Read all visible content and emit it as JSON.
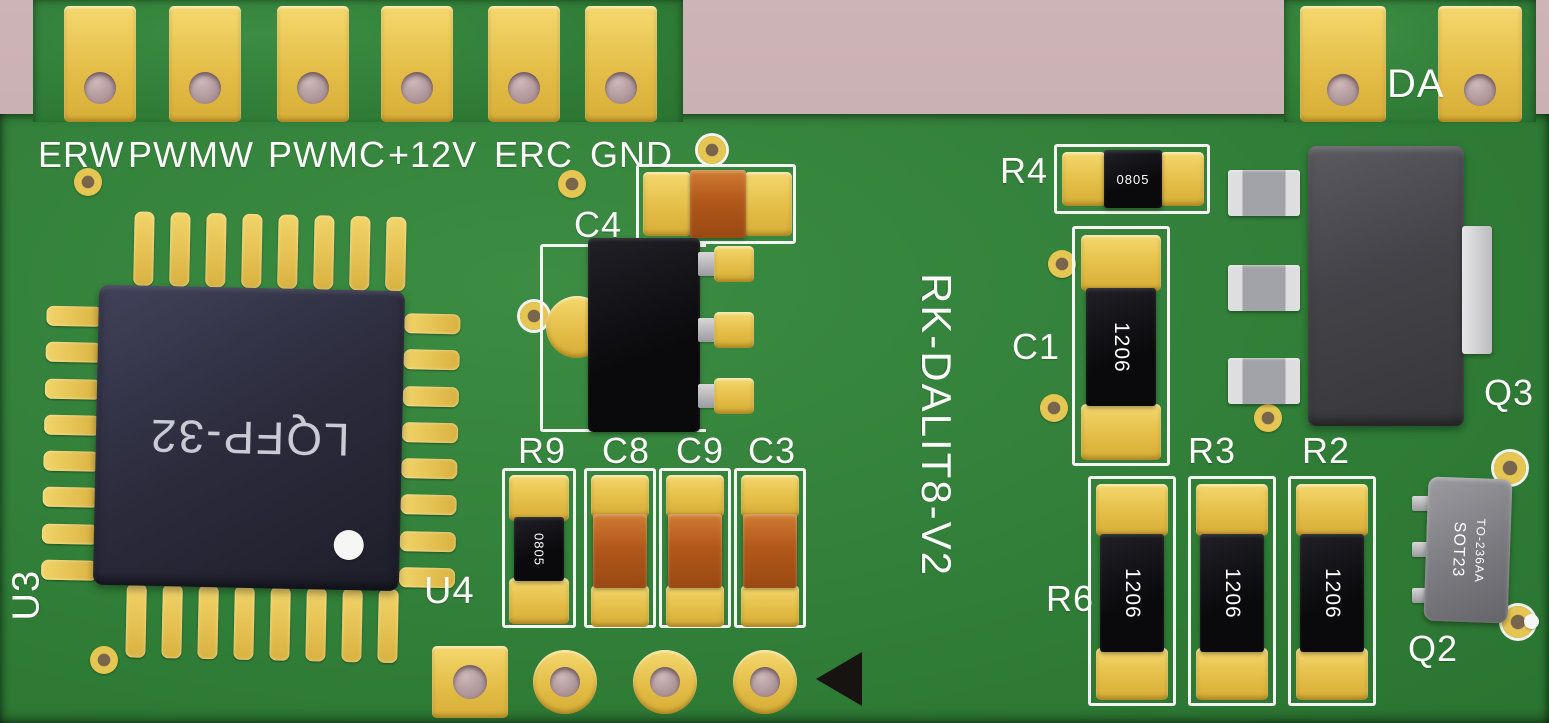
{
  "board": {
    "title": "RK-DALIT8-V2"
  },
  "connector": {
    "labels": [
      "ERW",
      "PWMW",
      "PWMC",
      "+12V",
      "ERC",
      "GND"
    ]
  },
  "da": {
    "label": "DA"
  },
  "refs": {
    "u3": "U3",
    "u4": "U4",
    "c4": "C4",
    "r9": "R9",
    "c8": "C8",
    "c9": "C9",
    "c3": "C3",
    "r4": "R4",
    "c1": "C1",
    "r3": "R3",
    "r2": "R2",
    "r6": "R6",
    "q3": "Q3",
    "q2": "Q2"
  },
  "markings": {
    "u3_package": "LQFP-32",
    "r9": "0805",
    "r4": "0805",
    "c1": "1206",
    "r6": "1206",
    "r3": "1206",
    "r2": "1206",
    "q2_type": "SOT23",
    "q2_package": "TO-236AA"
  },
  "colors": {
    "background": "#c4abae",
    "board": "#2f7c36",
    "pad_gold": "#e6c24f",
    "silkscreen": "#f4f4f2",
    "ic_body": "#2b2b3a",
    "capacitor_body": "#b2581b",
    "transistor_body": "#4a4a4e"
  }
}
